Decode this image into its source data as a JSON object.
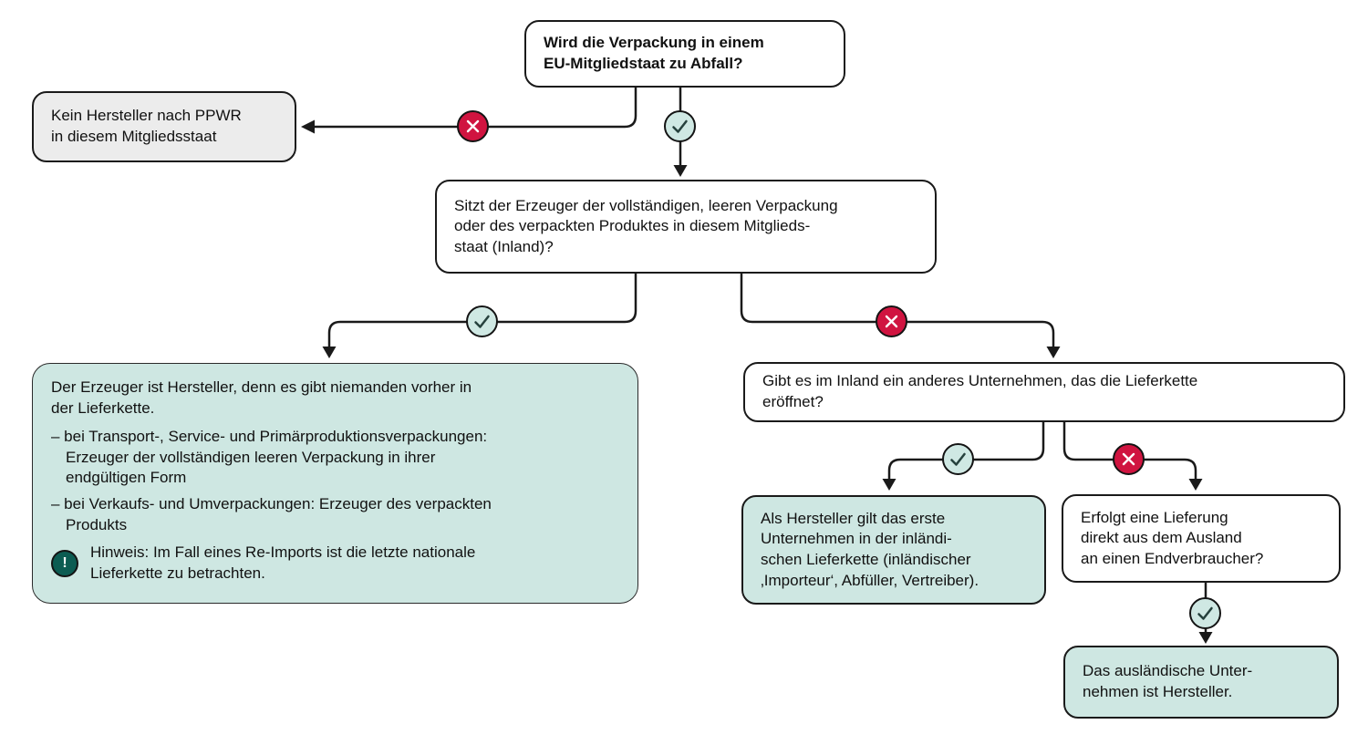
{
  "nodes": {
    "q1": {
      "text": "Wird die Verpackung in einem\nEU-Mitgliedstaat zu Abfall?"
    },
    "no_producer": {
      "text": "Kein Hersteller nach PPWR\nin diesem Mitgliedsstaat"
    },
    "q2": {
      "text": "Sitzt der Erzeuger der vollständigen, leeren Verpackung\noder des verpackten Produktes in diesem Mitglieds-\nstaat (Inland)?"
    },
    "producer": {
      "intro": "Der Erzeuger ist Hersteller, denn es gibt niemanden vorher in\nder Lieferkette.",
      "bullets": [
        "– bei Transport-, Service- und Primärproduktionsverpackungen:\nErzeuger der vollständigen leeren Verpackung in ihrer\nendgültigen Form",
        "– bei Verkaufs- und Umverpackungen: Erzeuger des verpackten\nProdukts"
      ],
      "hint": "Hinweis: Im Fall eines Re-Imports ist die letzte nationale\nLieferkette zu betrachten."
    },
    "q3": {
      "text": "Gibt es im Inland ein anderes Unternehmen, das die Lieferkette\neröffnet?"
    },
    "first_company": {
      "text": "Als Hersteller gilt das erste\nUnternehmen in der inländi-\nschen Lieferkette (inländischer\n‚Importeur‘, Abfüller, Vertreiber)."
    },
    "q4": {
      "text": "Erfolgt eine Lieferung\ndirekt aus dem Ausland\nan einen Endverbraucher?"
    },
    "foreign_company": {
      "text": "Das ausländische Unter-\nnehmen ist Hersteller."
    }
  },
  "icons": {
    "yes_icon": "check-in-circle",
    "no_icon": "x-in-circle",
    "hint_icon": "exclamation-in-circle",
    "hint_glyph": "!"
  },
  "colors": {
    "no_red": "#d01440",
    "yes_teal_fill": "#cfe8e3",
    "result_teal_fill": "#cee7e2",
    "hint_dark_teal": "#0c5c52",
    "neutral_gray_fill": "#ececec",
    "line_black": "#1a1a1a"
  }
}
